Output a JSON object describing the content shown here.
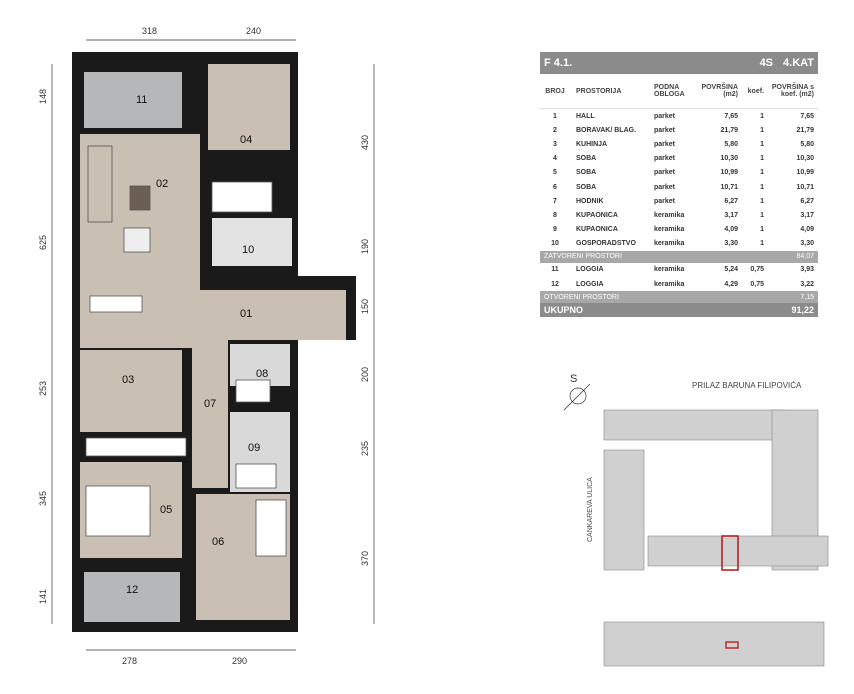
{
  "unit": {
    "code": "F 4.1.",
    "type": "4S",
    "floor": "4.KAT"
  },
  "table_headers": {
    "broj": "BROJ",
    "prostorija": "PROSTORIJA",
    "podna": "PODNA OBLOGA",
    "povrsina": "POVRŠINA (m2)",
    "koef": "koef.",
    "povrsina_koef": "POVRŠINA s koef. (m2)"
  },
  "rooms": [
    {
      "no": "1",
      "name": "HALL",
      "floor": "parket",
      "area": "7,65",
      "koef": "1",
      "area_k": "7,65"
    },
    {
      "no": "2",
      "name": "BORAVAK/ BLAG.",
      "floor": "parket",
      "area": "21,79",
      "koef": "1",
      "area_k": "21,79"
    },
    {
      "no": "3",
      "name": "KUHINJA",
      "floor": "parket",
      "area": "5,80",
      "koef": "1",
      "area_k": "5,80"
    },
    {
      "no": "4",
      "name": "SOBA",
      "floor": "parket",
      "area": "10,30",
      "koef": "1",
      "area_k": "10,30"
    },
    {
      "no": "5",
      "name": "SOBA",
      "floor": "parket",
      "area": "10,99",
      "koef": "1",
      "area_k": "10,99"
    },
    {
      "no": "6",
      "name": "SOBA",
      "floor": "parket",
      "area": "10,71",
      "koef": "1",
      "area_k": "10,71"
    },
    {
      "no": "7",
      "name": "HODNIK",
      "floor": "parket",
      "area": "6,27",
      "koef": "1",
      "area_k": "6,27"
    },
    {
      "no": "8",
      "name": "KUPAONICA",
      "floor": "keramika",
      "area": "3,17",
      "koef": "1",
      "area_k": "3,17"
    },
    {
      "no": "9",
      "name": "KUPAONICA",
      "floor": "keramika",
      "area": "4,09",
      "koef": "1",
      "area_k": "4,09"
    },
    {
      "no": "10",
      "name": "GOSPORADSTVO",
      "floor": "keramika",
      "area": "3,30",
      "koef": "1",
      "area_k": "3,30"
    }
  ],
  "closed_label": "ZATVORENI PROSTORI",
  "closed_total": "84,07",
  "open_rooms": [
    {
      "no": "11",
      "name": "LOGGIA",
      "floor": "keramika",
      "area": "5,24",
      "koef": "0,75",
      "area_k": "3,93"
    },
    {
      "no": "12",
      "name": "LOGGIA",
      "floor": "keramika",
      "area": "4,29",
      "koef": "0,75",
      "area_k": "3,22"
    }
  ],
  "open_label": "OTVORENI PROSTORI",
  "open_total": "7,15",
  "total_label": "UKUPNO",
  "total": "91,22",
  "plan_labels": [
    "11",
    "04",
    "02",
    "10",
    "01",
    "03",
    "08",
    "07",
    "09",
    "05",
    "06",
    "12"
  ],
  "dims_top": [
    "318",
    "240"
  ],
  "dims_bottom": [
    "278",
    "290"
  ],
  "dims_left": [
    "148",
    "625",
    "253",
    "345",
    "141"
  ],
  "dims_right": [
    "430",
    "190",
    "150",
    "200",
    "235",
    "370"
  ],
  "map": {
    "street_top": "PRILAZ BARUNA FILIPOVIĆA",
    "street_left": "CANKAREVA ULICA",
    "north": "S"
  }
}
